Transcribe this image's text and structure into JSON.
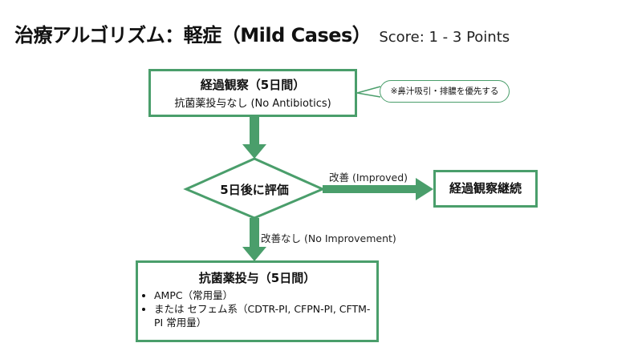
{
  "header": {
    "title": "治療アルゴリズム：軽症（Mild Cases）",
    "subtitle": "Score: 1 - 3 Points"
  },
  "colors": {
    "accent": "#4a9e6b",
    "text": "#111111",
    "background": "#ffffff"
  },
  "flow": {
    "observation": {
      "heading": "経過観察（5日間）",
      "detail": "抗菌薬投与なし (No Antibiotics)"
    },
    "note": "※鼻汁吸引・排膿を優先する",
    "decision": "5日後に評価",
    "improved_label": "改善 (Improved)",
    "continue": "経過観察継続",
    "no_improvement_label": "改善なし (No Improvement)",
    "antibiotics": {
      "heading": "抗菌薬投与（5日間）",
      "items": [
        "AMPC（常用量）",
        "または セフェム系（CDTR-PI, CFPN-PI, CFTM-PI 常用量）"
      ]
    }
  }
}
